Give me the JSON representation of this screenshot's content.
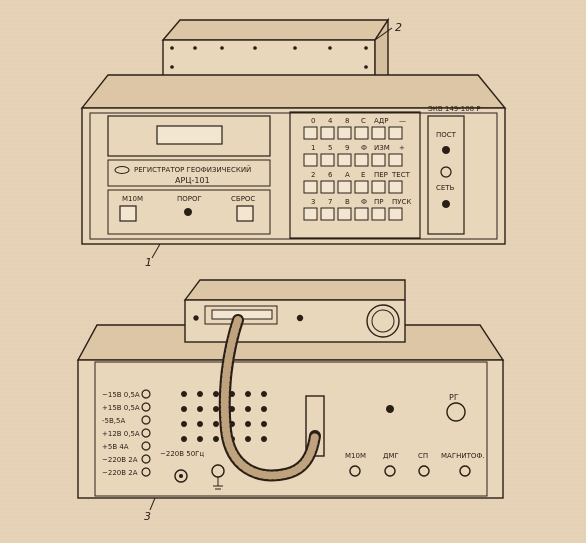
{
  "callouts": {
    "one": "1",
    "two": "2",
    "three": "3"
  },
  "front_panel": {
    "model_plate": "ЭКВ 149-108 Р",
    "title_line1": "РЕГИСТРАТОР ГЕОФИЗИЧЕСКИЙ",
    "title_line2": "АРЦ-101",
    "buttons": {
      "m10m": "М10М",
      "porog": "ПОРОГ",
      "sbros": "СБРОС"
    },
    "keypad": [
      [
        "0",
        "4",
        "8",
        "С",
        "АДР",
        "—"
      ],
      [
        "1",
        "5",
        "9",
        "Ф",
        "ИЗМ",
        "+"
      ],
      [
        "2",
        "6",
        "А",
        "Е",
        "ПЕР",
        "ТЕСТ"
      ],
      [
        "3",
        "7",
        "В",
        "Ф",
        "ПР",
        "ПУСК"
      ]
    ],
    "right_labels": {
      "post": "ПОСТ",
      "set": "СЕТЬ"
    }
  },
  "rear_panel": {
    "fuses": [
      "~15В 0,5А",
      "+15В 0,5А",
      "-5В,5А",
      "+12В 0,5А",
      "+5В 4А",
      "~220В 2А",
      "~220В 2А"
    ],
    "voltage_label": "~220В 50Гц",
    "rg_label": "РГ",
    "connectors": [
      "М10М",
      "ДМГ",
      "СП",
      "МАГНИТОФ."
    ]
  }
}
